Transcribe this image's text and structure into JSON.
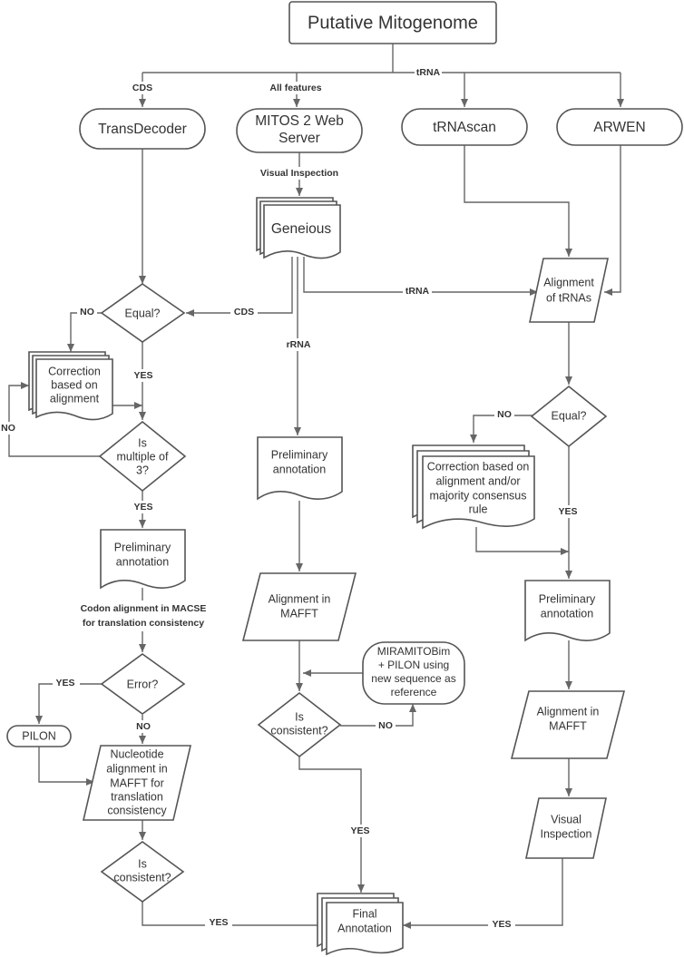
{
  "nodes": {
    "putative": "Putative Mitogenome",
    "transdecoder": "TransDecoder",
    "mitos": [
      "MITOS 2 Web",
      "Server"
    ],
    "trnascan": "tRNAscan",
    "arwen": "ARWEN",
    "geneious": "Geneious",
    "align_trnas": [
      "Alignment",
      "of tRNAs"
    ],
    "equal_left": "Equal?",
    "correction_left": [
      "Correction",
      "based on",
      "alignment"
    ],
    "multiple3": [
      "Is",
      "multiple of",
      "3?"
    ],
    "prelim_left": [
      "Preliminary",
      "annotation"
    ],
    "error": "Error?",
    "pilon": "PILON",
    "nucleotide": [
      "Nucleotide",
      "alignment in",
      "MAFFT for",
      "translation",
      "consistency"
    ],
    "consistent_left": [
      "Is",
      "consistent?"
    ],
    "prelim_mid": [
      "Preliminary",
      "annotation"
    ],
    "align_mafft_mid": [
      "Alignment in",
      "MAFFT"
    ],
    "miramito": [
      "MIRAMITOBim",
      "+ PILON using",
      "new sequence as",
      "reference"
    ],
    "consistent_mid": [
      "Is",
      "consistent?"
    ],
    "equal_right": "Equal?",
    "correction_right": [
      "Correction based on",
      "alignment and/or",
      "majority consensus",
      "rule"
    ],
    "prelim_right": [
      "Preliminary",
      "annotation"
    ],
    "align_mafft_right": [
      "Alignment in",
      "MAFFT"
    ],
    "visual_right": [
      "Visual",
      "Inspection"
    ],
    "final": [
      "Final",
      "Annotation"
    ]
  },
  "edge_labels": {
    "cds_top": "CDS",
    "all_features": "All features",
    "trna_top": "tRNA",
    "visual_inspection": "Visual Inspection",
    "cds_mid": "CDS",
    "trna_mid": "tRNA",
    "rrna": "rRNA",
    "no_equal_left": "NO",
    "yes_equal_left": "YES",
    "no_multiple3": "NO",
    "yes_multiple3": "YES",
    "codon_alignment": [
      "Codon alignment in MACSE",
      "for translation consistency"
    ],
    "yes_error": "YES",
    "no_error": "NO",
    "yes_consistent_left": "YES",
    "no_consistent_mid": "NO",
    "yes_consistent_mid": "YES",
    "no_equal_right": "NO",
    "yes_equal_right": "YES",
    "yes_visual_right": "YES"
  }
}
